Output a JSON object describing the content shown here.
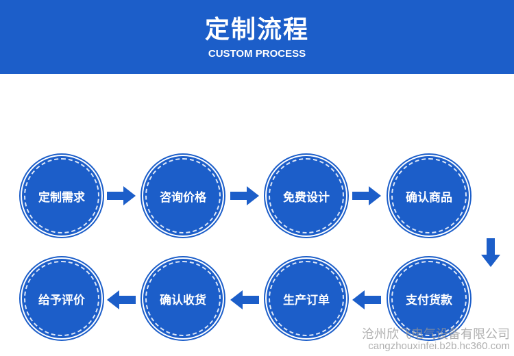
{
  "header": {
    "title": "定制流程",
    "subtitle": "CUSTOM PROCESS"
  },
  "steps": [
    {
      "label": "定制需求"
    },
    {
      "label": "咨询价格"
    },
    {
      "label": "免费设计"
    },
    {
      "label": "确认商品"
    },
    {
      "label": "支付货款"
    },
    {
      "label": "生产订单"
    },
    {
      "label": "确认收货"
    },
    {
      "label": "给予评价"
    }
  ],
  "watermark": {
    "company": "沧州欣飞电气设备有限公司",
    "url": "cangzhouxinfei.b2b.hc360.com"
  },
  "colors": {
    "primary": "#1c5ec9",
    "text": "#ffffff"
  }
}
